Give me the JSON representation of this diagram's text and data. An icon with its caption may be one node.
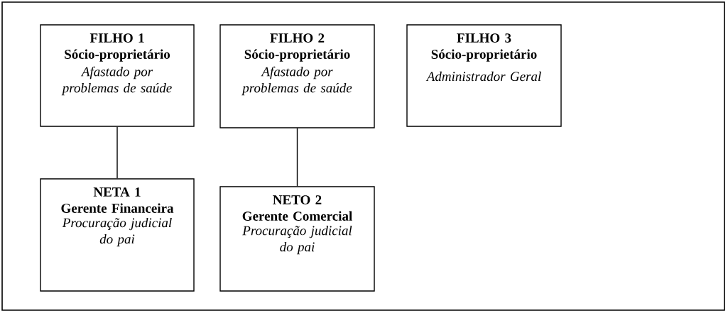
{
  "diagram": {
    "nodes": [
      {
        "text": [
          "FILHO 1",
          "Sócio-proprietário",
          "Afastado por problemas de saúde"
        ]
      },
      {
        "text": [
          "FILHO 2",
          "Sócio-proprietário",
          "Afastado por problemas de saúde"
        ]
      },
      {
        "text": [
          "FILHO 3",
          "Sócio-proprietário",
          "Administrador Geral"
        ]
      },
      {
        "text": [
          "NETA 1",
          "Gerente Financeira",
          "Procuração judicial do pai"
        ]
      },
      {
        "text": [
          "NETO 2",
          "Gerente Comercial",
          "Procuração judicial do pai"
        ]
      }
    ],
    "edges": [
      {
        "from": 0,
        "to": 3,
        "arrow": "none"
      },
      {
        "from": 1,
        "to": 4,
        "arrow": "none"
      }
    ]
  }
}
